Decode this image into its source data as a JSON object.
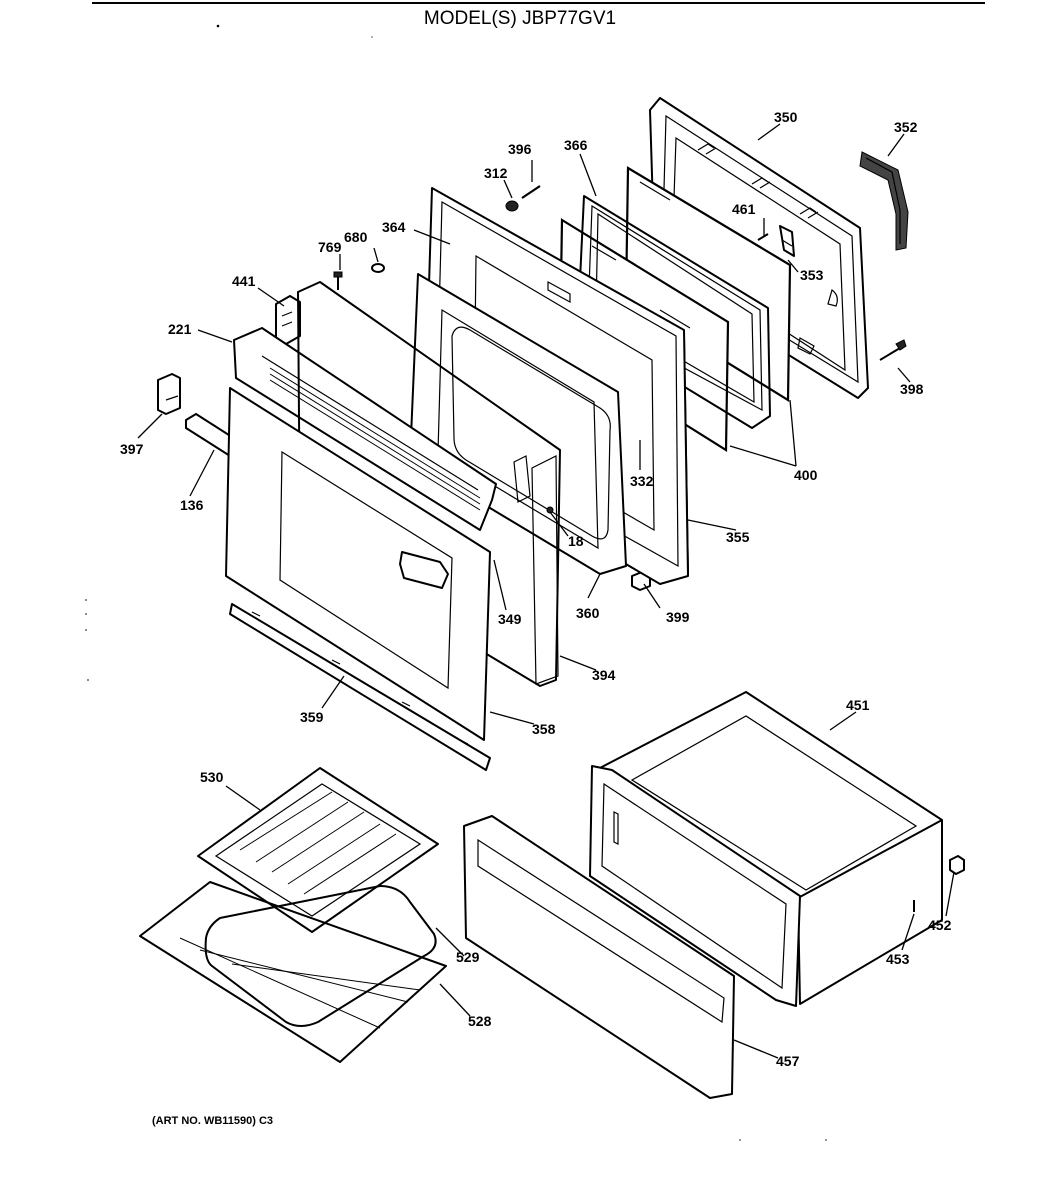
{
  "header": {
    "title": "MODEL(S) JBP77GV1"
  },
  "footer": {
    "art_number": "(ART NO. WB11590) C3"
  },
  "callouts": [
    {
      "id": "350",
      "text": "350"
    },
    {
      "id": "352",
      "text": "352"
    },
    {
      "id": "396",
      "text": "396"
    },
    {
      "id": "366",
      "text": "366"
    },
    {
      "id": "312",
      "text": "312"
    },
    {
      "id": "461",
      "text": "461"
    },
    {
      "id": "364",
      "text": "364"
    },
    {
      "id": "680",
      "text": "680"
    },
    {
      "id": "769",
      "text": "769"
    },
    {
      "id": "353",
      "text": "353"
    },
    {
      "id": "441",
      "text": "441"
    },
    {
      "id": "221",
      "text": "221"
    },
    {
      "id": "398",
      "text": "398"
    },
    {
      "id": "397",
      "text": "397"
    },
    {
      "id": "332",
      "text": "332"
    },
    {
      "id": "400",
      "text": "400"
    },
    {
      "id": "136",
      "text": "136"
    },
    {
      "id": "18",
      "text": "18"
    },
    {
      "id": "355",
      "text": "355"
    },
    {
      "id": "349",
      "text": "349"
    },
    {
      "id": "360",
      "text": "360"
    },
    {
      "id": "399",
      "text": "399"
    },
    {
      "id": "394",
      "text": "394"
    },
    {
      "id": "451",
      "text": "451"
    },
    {
      "id": "359",
      "text": "359"
    },
    {
      "id": "358",
      "text": "358"
    },
    {
      "id": "530",
      "text": "530"
    },
    {
      "id": "452",
      "text": "452"
    },
    {
      "id": "453",
      "text": "453"
    },
    {
      "id": "529",
      "text": "529"
    },
    {
      "id": "528",
      "text": "528"
    },
    {
      "id": "457",
      "text": "457"
    }
  ]
}
